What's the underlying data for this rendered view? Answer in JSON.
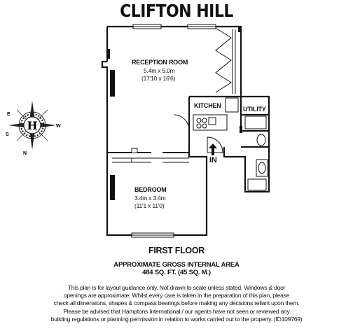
{
  "title": "CLIFTON HILL",
  "rooms": {
    "reception": {
      "name": "RECEPTION ROOM",
      "metric": "5.4m x 5.0m",
      "imperial": "(17'10 x 16'6)"
    },
    "kitchen": {
      "name": "KITCHEN"
    },
    "utility": {
      "name": "UTILITY"
    },
    "bedroom": {
      "name": "BEDROOM",
      "metric": "3.4m x 3.4m",
      "imperial": "(11'1 x 11'0)"
    }
  },
  "entrance_label": "IN",
  "compass": {
    "north": "N",
    "south": "S",
    "east": "E",
    "west": "W",
    "center": "H"
  },
  "floor_name": "FIRST FLOOR",
  "area": {
    "label": "APPROXIMATE GROSS INTERNAL AREA",
    "value": "484 SQ. FT. (45 SQ. M.)"
  },
  "disclaimer": [
    "This plan is for layout guidance only. Not drawn to scale unless stated. Windows & door",
    "openings are approximate. Whilst every care is taken in the preparation of this plan, please",
    "check all dimensions, shapes & compass bearings before making any decisions reliant upon them.",
    "Please be advised that Hamptons International / our agents have not seen or reviewed any",
    "building regulations or planning permission in relation to works carried out to the property. (ID109769)"
  ]
}
